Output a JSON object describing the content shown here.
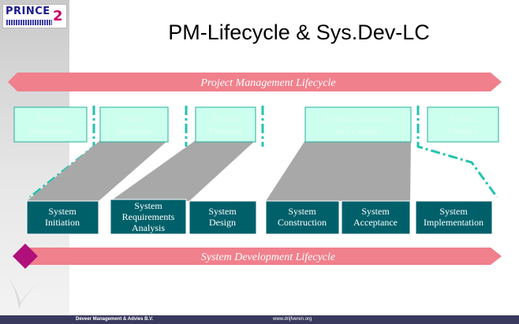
{
  "logo": {
    "word": "PRINCE",
    "mark": "2"
  },
  "title": "PM-Lifecycle & Sys.Dev-LC",
  "pm_band": {
    "label": "Project Management Lifecycle",
    "color": "#f0808c"
  },
  "sd_band": {
    "label": "System Development Lifecycle",
    "color": "#f0808c",
    "diamond_color": "#b0107a"
  },
  "project_phases": [
    {
      "line1": "Project",
      "line2": "Preparation"
    },
    {
      "line1": "Project",
      "line2": "Initiation"
    },
    {
      "line1": "Project",
      "line2": "Planning"
    },
    {
      "line1": "Project Execution",
      "line2": "and Control"
    },
    {
      "line1": "Project",
      "line2": "Closure"
    }
  ],
  "system_phases": [
    {
      "lines": [
        "System",
        "Initiation"
      ]
    },
    {
      "lines": [
        "System",
        "Requirements",
        "Analysis"
      ]
    },
    {
      "lines": [
        "System",
        "Design"
      ]
    },
    {
      "lines": [
        "System",
        "Construction"
      ]
    },
    {
      "lines": [
        "System",
        "Acceptance"
      ]
    },
    {
      "lines": [
        "System",
        "Implementation"
      ]
    }
  ],
  "footer": {
    "company": "Deveer Management & Advies B.V.",
    "url": "www.drijfveren.org"
  },
  "colors": {
    "phase_box": "#ccffee",
    "system_box": "#00606a",
    "connector": "#22c4b0",
    "footer": "#3a3a5e"
  }
}
